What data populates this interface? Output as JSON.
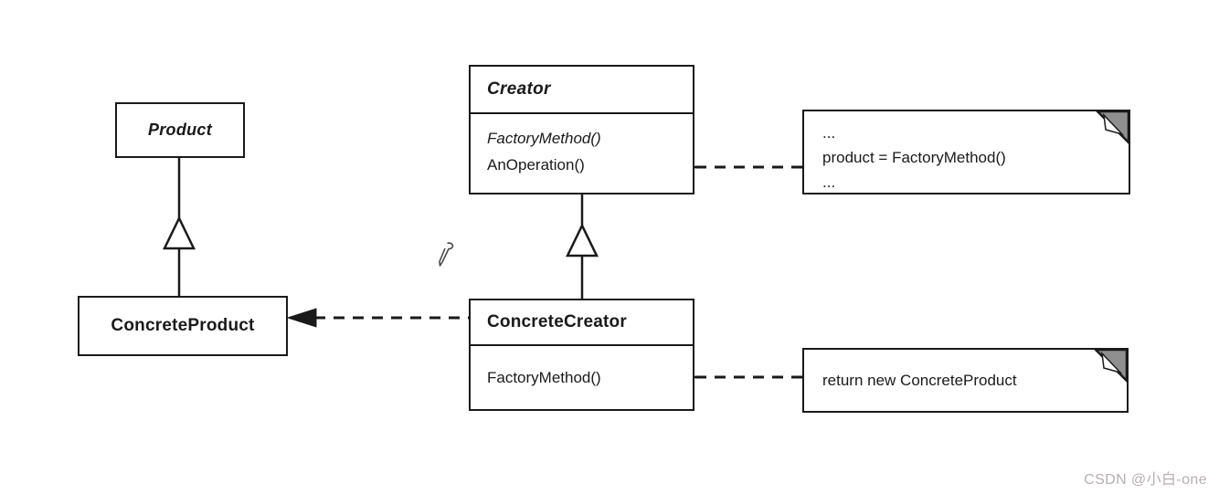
{
  "diagram": {
    "type": "uml-class-diagram",
    "product": {
      "title": "Product"
    },
    "concrete_product": {
      "title": "ConcreteProduct"
    },
    "creator": {
      "title": "Creator",
      "methods": [
        "FactoryMethod()",
        "AnOperation()"
      ]
    },
    "concrete_creator": {
      "title": "ConcreteCreator",
      "methods": [
        "FactoryMethod()"
      ]
    },
    "note_top": {
      "lines": [
        "...",
        "product = FactoryMethod()",
        "..."
      ]
    },
    "note_bottom": {
      "lines": [
        "return new ConcreteProduct"
      ]
    },
    "relationships": [
      "ConcreteProduct --|> Product (hollow-triangle inheritance)",
      "ConcreteCreator --|> Creator (hollow-triangle inheritance)",
      "ConcreteCreator ..> ConcreteProduct (dashed creates arrow, filled head)",
      "Creator.AnOperation() o.. note 'product = FactoryMethod()'",
      "ConcreteCreator.FactoryMethod() o.. note 'return new ConcreteProduct'"
    ],
    "cursor_icon": "pencil",
    "watermark": "CSDN @小白-one"
  },
  "colors": {
    "background": "#ffffff",
    "line": "#1a1a1a",
    "note_fold": "#8f8f8f",
    "watermark": "#b7b0b0"
  }
}
